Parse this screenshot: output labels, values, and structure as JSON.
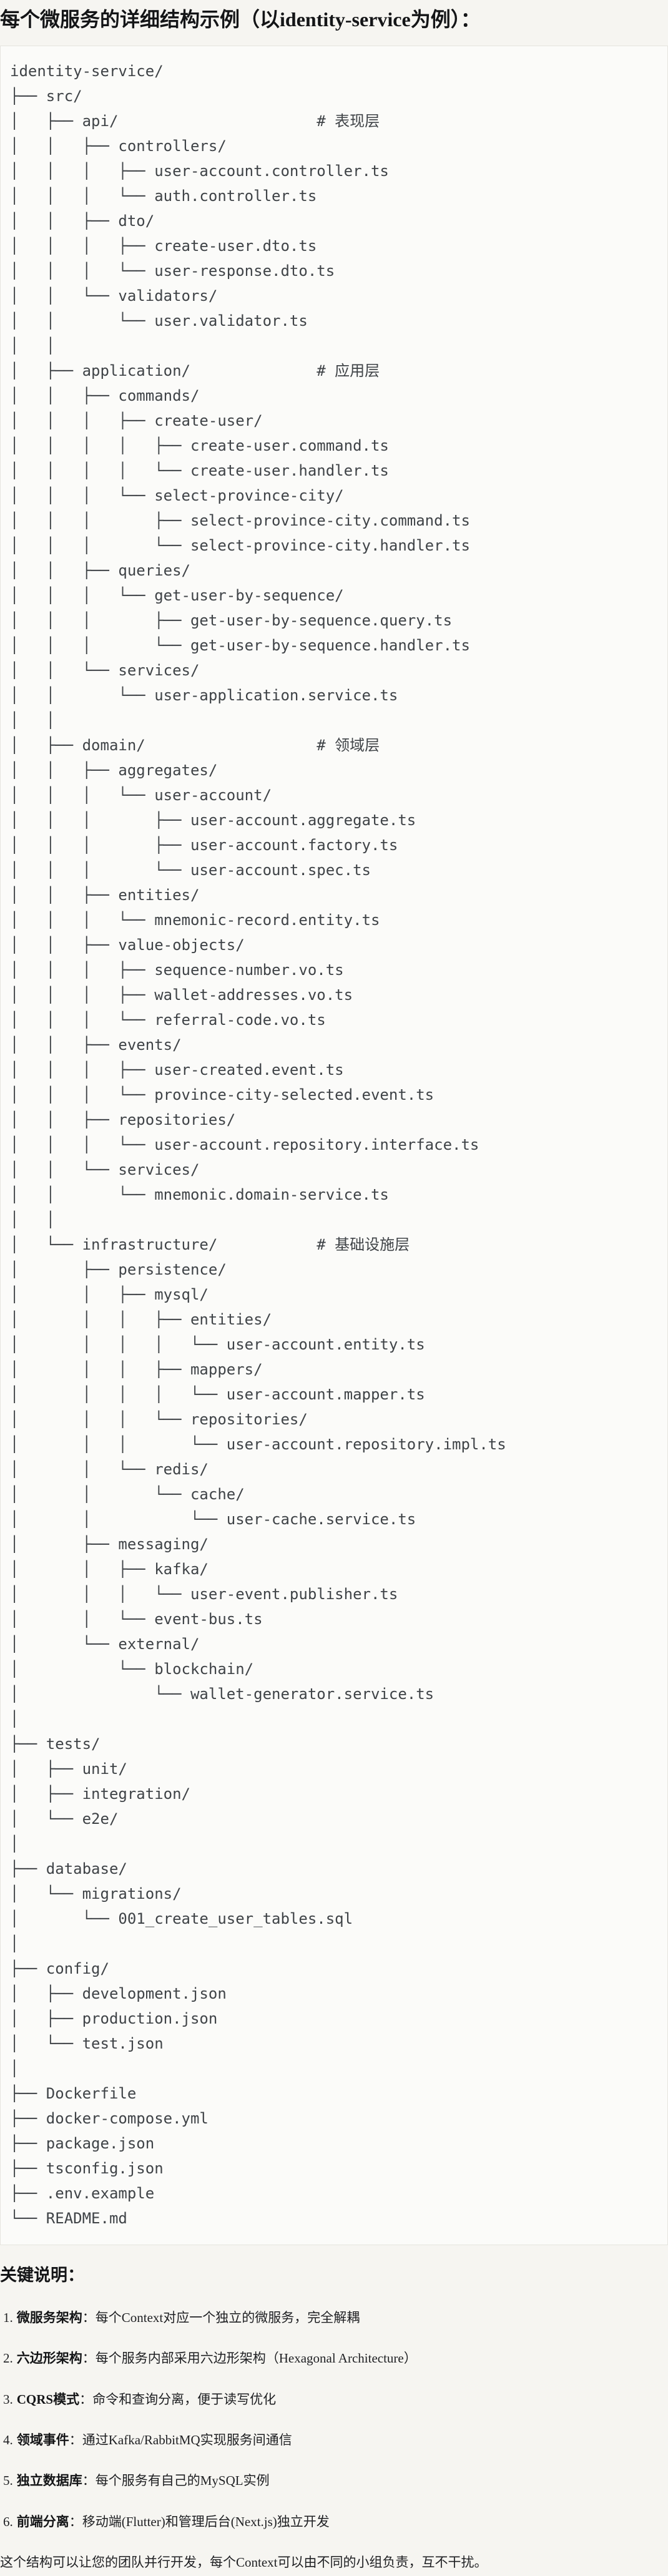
{
  "title": "每个微服务的详细结构示例（以identity-service为例）：",
  "tree": {
    "lines": [
      "identity-service/",
      "├── src/",
      "│   ├── api/                      # 表现层",
      "│   │   ├── controllers/",
      "│   │   │   ├── user-account.controller.ts",
      "│   │   │   └── auth.controller.ts",
      "│   │   ├── dto/",
      "│   │   │   ├── create-user.dto.ts",
      "│   │   │   └── user-response.dto.ts",
      "│   │   └── validators/",
      "│   │       └── user.validator.ts",
      "│   │",
      "│   ├── application/              # 应用层",
      "│   │   ├── commands/",
      "│   │   │   ├── create-user/",
      "│   │   │   │   ├── create-user.command.ts",
      "│   │   │   │   └── create-user.handler.ts",
      "│   │   │   └── select-province-city/",
      "│   │   │       ├── select-province-city.command.ts",
      "│   │   │       └── select-province-city.handler.ts",
      "│   │   ├── queries/",
      "│   │   │   └── get-user-by-sequence/",
      "│   │   │       ├── get-user-by-sequence.query.ts",
      "│   │   │       └── get-user-by-sequence.handler.ts",
      "│   │   └── services/",
      "│   │       └── user-application.service.ts",
      "│   │",
      "│   ├── domain/                   # 领域层",
      "│   │   ├── aggregates/",
      "│   │   │   └── user-account/",
      "│   │   │       ├── user-account.aggregate.ts",
      "│   │   │       ├── user-account.factory.ts",
      "│   │   │       └── user-account.spec.ts",
      "│   │   ├── entities/",
      "│   │   │   └── mnemonic-record.entity.ts",
      "│   │   ├── value-objects/",
      "│   │   │   ├── sequence-number.vo.ts",
      "│   │   │   ├── wallet-addresses.vo.ts",
      "│   │   │   └── referral-code.vo.ts",
      "│   │   ├── events/",
      "│   │   │   ├── user-created.event.ts",
      "│   │   │   └── province-city-selected.event.ts",
      "│   │   ├── repositories/",
      "│   │   │   └── user-account.repository.interface.ts",
      "│   │   └── services/",
      "│   │       └── mnemonic.domain-service.ts",
      "│   │",
      "│   └── infrastructure/           # 基础设施层",
      "│       ├── persistence/",
      "│       │   ├── mysql/",
      "│       │   │   ├── entities/",
      "│       │   │   │   └── user-account.entity.ts",
      "│       │   │   ├── mappers/",
      "│       │   │   │   └── user-account.mapper.ts",
      "│       │   │   └── repositories/",
      "│       │   │       └── user-account.repository.impl.ts",
      "│       │   └── redis/",
      "│       │       └── cache/",
      "│       │           └── user-cache.service.ts",
      "│       ├── messaging/",
      "│       │   ├── kafka/",
      "│       │   │   └── user-event.publisher.ts",
      "│       │   └── event-bus.ts",
      "│       └── external/",
      "│           └── blockchain/",
      "│               └── wallet-generator.service.ts",
      "│",
      "├── tests/",
      "│   ├── unit/",
      "│   ├── integration/",
      "│   └── e2e/",
      "│",
      "├── database/",
      "│   └── migrations/",
      "│       └── 001_create_user_tables.sql",
      "│",
      "├── config/",
      "│   ├── development.json",
      "│   ├── production.json",
      "│   └── test.json",
      "│",
      "├── Dockerfile",
      "├── docker-compose.yml",
      "├── package.json",
      "├── tsconfig.json",
      "├── .env.example",
      "└── README.md"
    ]
  },
  "notes": {
    "heading": "关键说明：",
    "items": [
      {
        "num": "1.",
        "label": "微服务架构",
        "desc": "：每个Context对应一个独立的微服务，完全解耦"
      },
      {
        "num": "2.",
        "label": "六边形架构",
        "desc": "：每个服务内部采用六边形架构（Hexagonal Architecture）"
      },
      {
        "num": "3.",
        "label": "CQRS模式",
        "desc": "：命令和查询分离，便于读写优化"
      },
      {
        "num": "4.",
        "label": "领域事件",
        "desc": "：通过Kafka/RabbitMQ实现服务间通信"
      },
      {
        "num": "5.",
        "label": "独立数据库",
        "desc": "：每个服务有自己的MySQL实例"
      },
      {
        "num": "6.",
        "label": "前端分离",
        "desc": "：移动端(Flutter)和管理后台(Next.js)独立开发"
      }
    ],
    "footer": "这个结构可以让您的团队并行开发，每个Context可以由不同的小组负责，互不干扰。"
  },
  "colors": {
    "page_background": "#f6f5f1",
    "code_background": "#fbfbf9",
    "code_border": "#e5e4de",
    "tree_text": "#3f4347",
    "heading_text": "#141517"
  }
}
